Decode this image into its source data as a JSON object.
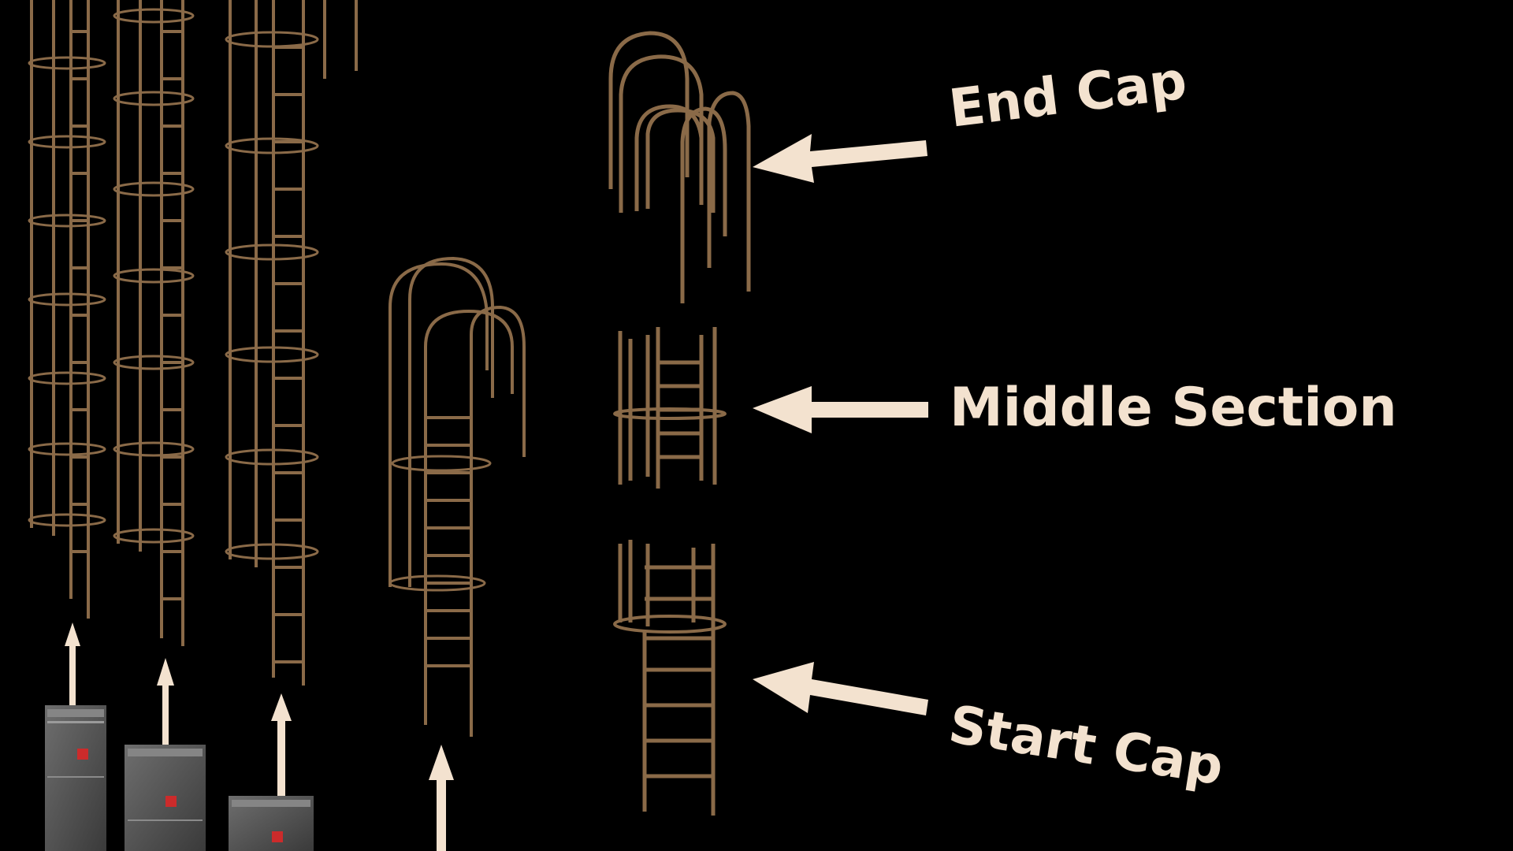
{
  "labels": {
    "end_cap": "End Cap",
    "middle_section": "Middle Section",
    "start_cap": "Start Cap"
  },
  "colors": {
    "background": "#000000",
    "metal": "#8a6a48",
    "metal_highlight": "#c9a27a",
    "arrow": "#f3e2cf",
    "text": "#f3e2cf"
  }
}
